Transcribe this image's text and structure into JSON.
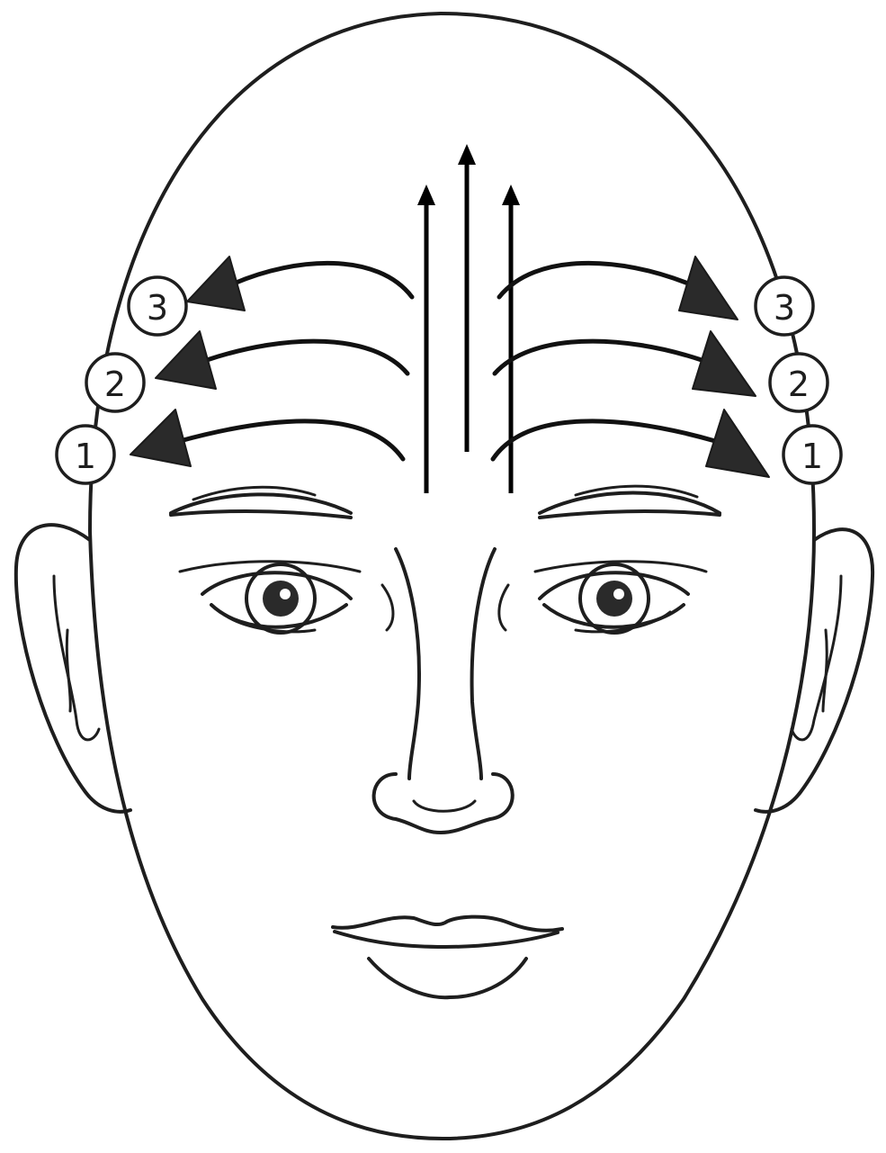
{
  "markers": {
    "left": [
      "1",
      "2",
      "3"
    ],
    "right": [
      "1",
      "2",
      "3"
    ]
  },
  "stroke_arrows": {
    "forehead_vertical_count": 3,
    "left_curved_count": 3,
    "right_curved_count": 3
  },
  "colors": {
    "ink": "#1e1e1e",
    "arrow_fill": "#2a2a2a",
    "background": "#ffffff"
  }
}
